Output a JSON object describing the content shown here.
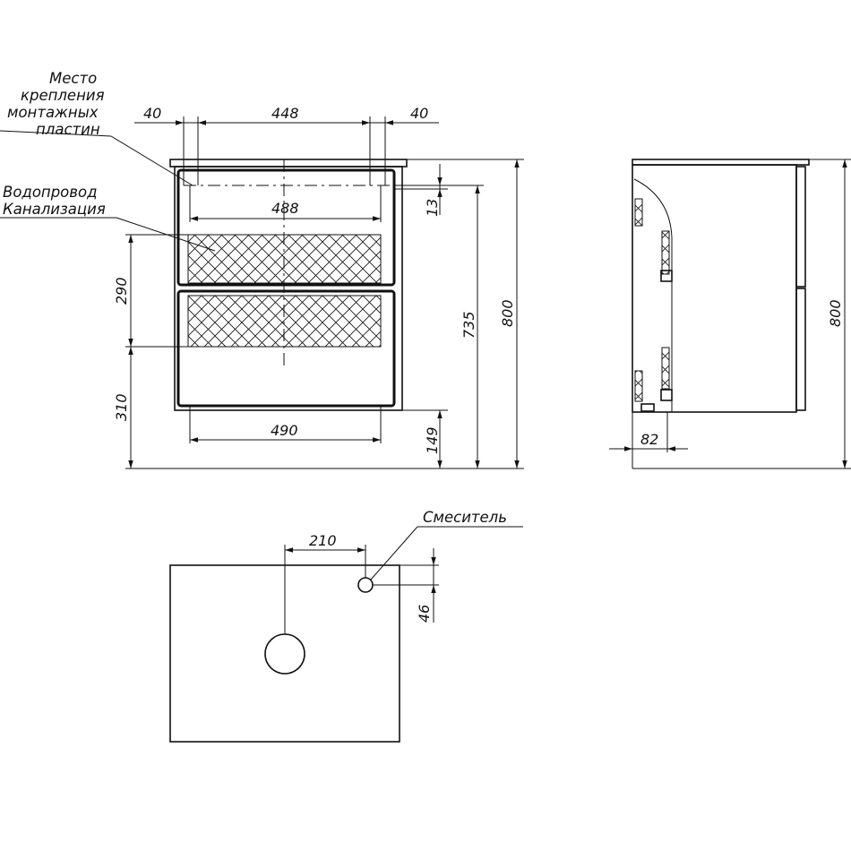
{
  "front_view": {
    "dims": {
      "left_margin": "40",
      "plate_span": "448",
      "right_margin": "40",
      "inner_width": "488",
      "top_offset": "13",
      "upper_zone": "290",
      "lower_zone": "310",
      "bottom_width": "490",
      "bottom_offset": "149",
      "height_to_mount": "735",
      "total_height": "800"
    },
    "labels": {
      "mount_line1": "Место",
      "mount_line2": "крепления",
      "mount_line3": "монтажных",
      "mount_line4": "пластин",
      "water_line1": "Водопровод",
      "water_line2": "Канализация"
    }
  },
  "side_view": {
    "dims": {
      "total_height": "800",
      "depth_offset": "82"
    }
  },
  "top_view": {
    "dims": {
      "mixer_offset": "210",
      "mixer_from_edge": "46"
    },
    "labels": {
      "mixer": "Смеситель"
    }
  }
}
